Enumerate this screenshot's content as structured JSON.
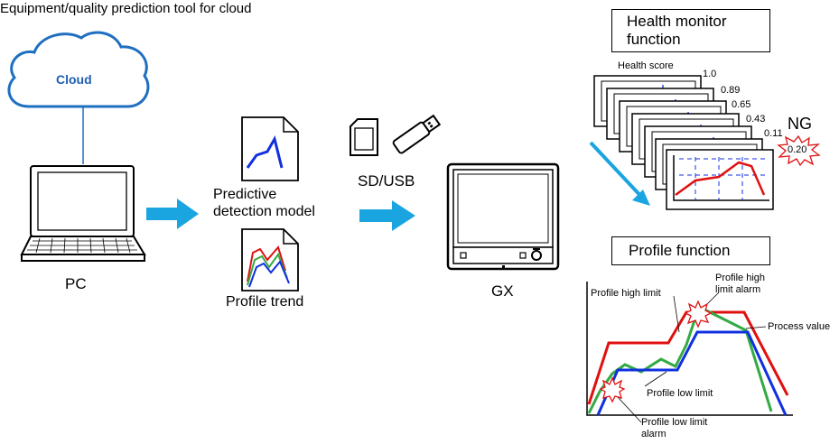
{
  "header": {
    "title": "Equipment/quality prediction tool for cloud"
  },
  "cloud": {
    "label": "Cloud"
  },
  "pc": {
    "label": "PC"
  },
  "models": {
    "predictive_label": "Predictive\ndetection model",
    "profile_trend_label": "Profile trend"
  },
  "transfer": {
    "label": "SD/USB"
  },
  "device": {
    "label": "GX"
  },
  "health": {
    "title": "Health monitor\nfunction",
    "score_label": "Health score",
    "scores": [
      "1.0",
      "0.89",
      "0.65",
      "0.43",
      "0.11"
    ],
    "ng_label": "NG",
    "ng_score": "0.20"
  },
  "profile": {
    "title": "Profile function",
    "high_limit_label": "Profile high limit",
    "high_alarm_label": "Profile high\nlimit alarm",
    "process_value_label": "Process value",
    "low_limit_label": "Profile low limit",
    "low_alarm_label": "Profile low limit\nalarm"
  },
  "colors": {
    "arrow": "#1aa5e0",
    "cloud_text": "#1f5fb4",
    "high_limit": "#e01010",
    "process_value": "#33aa44",
    "low_limit": "#1030e0",
    "ng_burst": "#e01010"
  }
}
